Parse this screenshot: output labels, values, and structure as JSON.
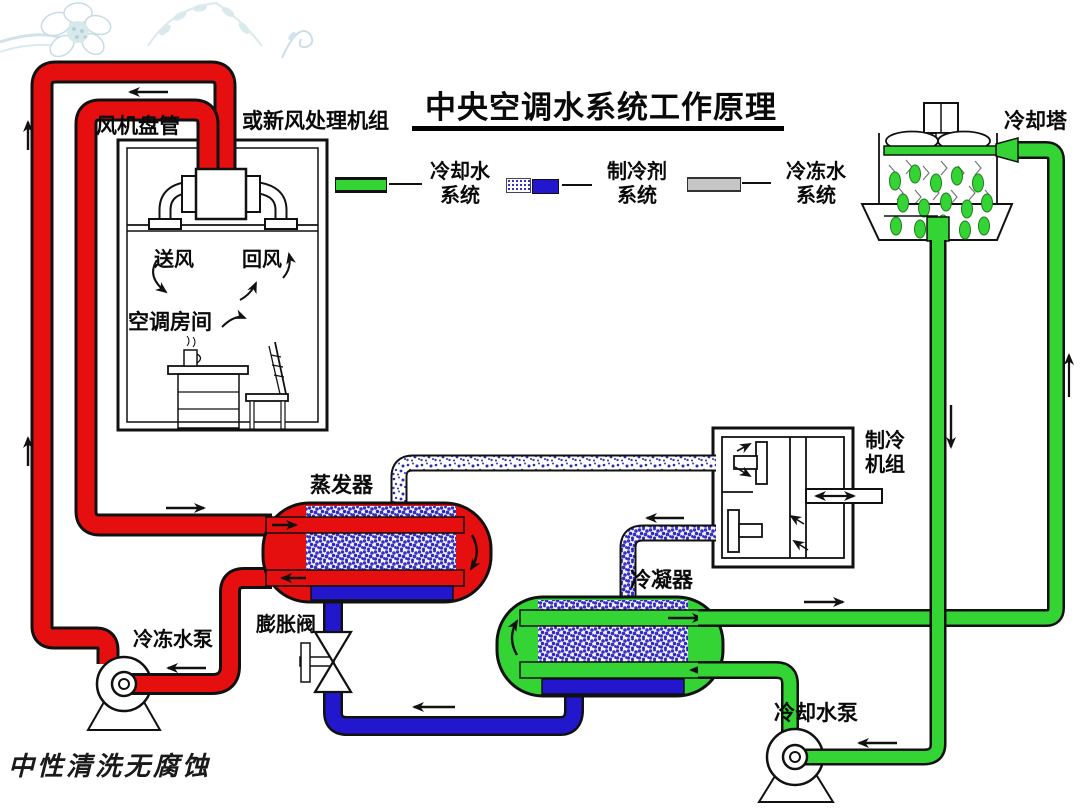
{
  "title": "中央空调水系统工作原理",
  "legend": {
    "items": [
      {
        "id": "cooling-water",
        "line1": "冷却水",
        "line2": "系统",
        "swatch": "green"
      },
      {
        "id": "refrigerant",
        "line1": "制冷剂",
        "line2": "系统",
        "swatch": "speckle-blue"
      },
      {
        "id": "chilled-water",
        "line1": "冷冻水",
        "line2": "系统",
        "swatch": "gray"
      }
    ]
  },
  "labels": {
    "fan_coil": "风机盘管",
    "fresh_air_unit": "或新风处理机组",
    "supply_air": "送风",
    "return_air": "回风",
    "room": "空调房间",
    "evaporator": "蒸发器",
    "chilled_water_pump": "冷冻水泵",
    "expansion_valve": "膨胀阀",
    "condenser": "冷凝器",
    "refrigeration_unit_line1": "制冷",
    "refrigeration_unit_line2": "机组",
    "cooling_tower": "冷却塔",
    "cooling_water_pump": "冷却水泵",
    "watermark": "中性清洗无腐蚀"
  },
  "colors": {
    "chilled_water_pipe": "#e60f0f",
    "cooling_water_pipe": "#35d435",
    "refrigerant_pipe": "#2217cc",
    "speckle_dot": "#2a2ab8",
    "legend_gray": "#c6c6c6",
    "outline": "#111111"
  }
}
